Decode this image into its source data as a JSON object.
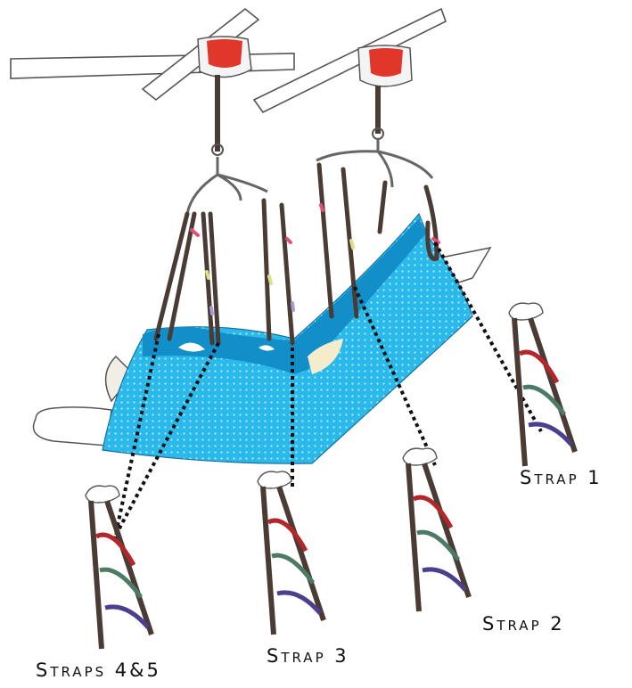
{
  "labels": {
    "strap_1": "Strap 1",
    "strap_2": "Strap 2",
    "strap_3": "Strap 3",
    "straps_4_5": "Straps 4&5"
  },
  "colors": {
    "sling_blue": "#29b9ea",
    "sling_dark_blue": "#128fc9",
    "hoist_red": "#e1372a",
    "strap_brown": "#4a3c34",
    "loop_red": "#b5262b",
    "loop_green": "#4c7a66",
    "loop_purple": "#4c3f8e"
  }
}
